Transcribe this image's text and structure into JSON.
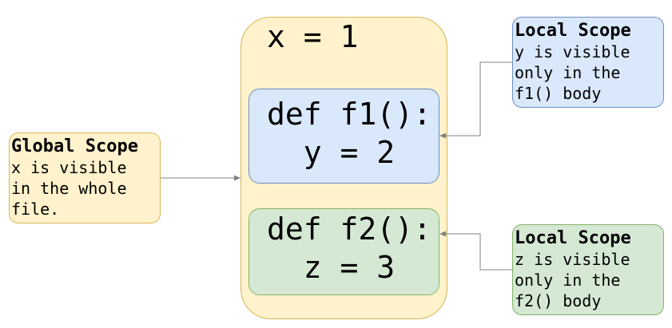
{
  "outer": {
    "code": "x = 1"
  },
  "f1": {
    "line1": "def f1():",
    "line2": "  y = 2"
  },
  "f2": {
    "line1": "def f2():",
    "line2": "  z = 3"
  },
  "notes": {
    "global": {
      "title": "Global Scope",
      "lines": [
        "x is visible",
        "in the whole",
        "file."
      ]
    },
    "local1": {
      "title": "Local Scope",
      "lines": [
        "y is visible",
        "only in the",
        "f1() body"
      ]
    },
    "local2": {
      "title": "Local Scope",
      "lines": [
        "z is visible",
        "only in the",
        "f2() body"
      ]
    }
  },
  "colors": {
    "global_fill": "#fff2cc",
    "global_stroke": "#d6b656",
    "f1_fill": "#dae8fc",
    "f1_stroke": "#6c8ebf",
    "f2_fill": "#d5e8d4",
    "f2_stroke": "#82b366",
    "connector": "#808080"
  }
}
